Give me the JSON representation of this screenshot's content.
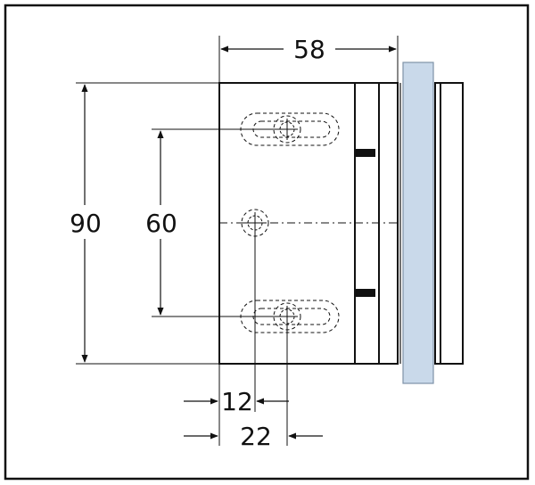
{
  "dimensions": {
    "width_label": "58",
    "height_label": "90",
    "hole_spacing_label": "60",
    "offset_small_label": "12",
    "offset_large_label": "22"
  },
  "colors": {
    "line": "#111111",
    "glass": "#c9d9ea",
    "glass_edge": "#7f93a8",
    "background": "#ffffff"
  }
}
